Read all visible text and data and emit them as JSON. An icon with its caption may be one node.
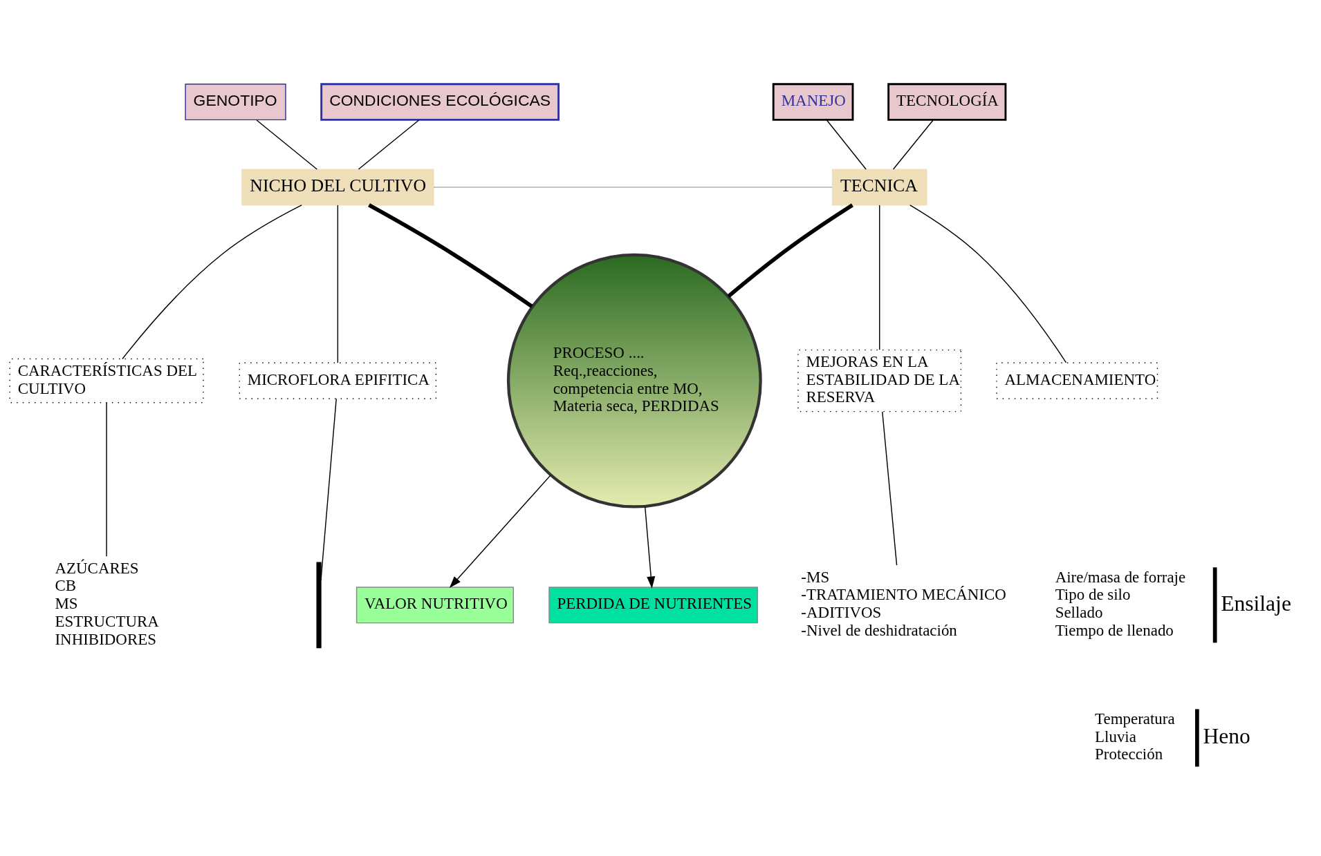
{
  "diagram": {
    "nodes": [
      {
        "text": [
          "GENOTIPO"
        ]
      },
      {
        "text": [
          "CONDICIONES ECOLÓGICAS"
        ]
      },
      {
        "text": [
          "NICHO DEL CULTIVO"
        ]
      },
      {
        "text": [
          "MANEJO"
        ]
      },
      {
        "text": [
          "TECNOLOGÍA"
        ]
      },
      {
        "text": [
          "TECNICA"
        ]
      },
      {
        "text": [
          "CARACTERÍSTICAS DEL CULTIVO"
        ]
      },
      {
        "text": [
          "MICROFLORA EPIFITICA"
        ]
      },
      {
        "text": [
          "MEJORAS EN LA ESTABILIDAD DE LA RESERVA"
        ]
      },
      {
        "text": [
          "ALMACENAMIENTO"
        ]
      },
      {
        "text": [
          "AZÚCARES",
          "CB",
          "MS",
          "ESTRUCTURA",
          "INHIBIDORES"
        ]
      },
      {
        "text": [],
        "shape": "bar"
      },
      {
        "text": [
          "-MS",
          "-TRATAMIENTO MECÁNICO",
          "-ADITIVOS",
          "-Nivel de deshidratación"
        ]
      },
      {
        "text": [
          "Aire/masa de forraje",
          "Tipo de silo",
          "Sellado",
          "Tiempo de llenado"
        ],
        "beside": [
          "Ensilaje"
        ]
      },
      {
        "text": [
          "Temperatura",
          "Lluvia",
          "Protección"
        ],
        "beside": [
          "Heno"
        ]
      },
      {
        "text": [
          "PROCESO ....",
          "Req.,reacciones, competencia entre MO, Materia seca, PERDIDAS"
        ]
      },
      {
        "text": [
          "VALOR NUTRITIVO"
        ]
      },
      {
        "text": [
          "PERDIDA DE NUTRIENTES"
        ]
      }
    ],
    "edges": [
      {
        "from": 0,
        "to": 2,
        "arrow": "none"
      },
      {
        "from": 1,
        "to": 2,
        "arrow": "none"
      },
      {
        "from": 3,
        "to": 5,
        "arrow": "none"
      },
      {
        "from": 4,
        "to": 5,
        "arrow": "none"
      },
      {
        "from": 2,
        "to": 5,
        "arrow": "none",
        "color": "#b0b0b0"
      },
      {
        "from": 2,
        "to": 6,
        "arrow": "none"
      },
      {
        "from": 2,
        "to": 7,
        "arrow": "none"
      },
      {
        "from": 5,
        "to": 8,
        "arrow": "none"
      },
      {
        "from": 5,
        "to": 9,
        "arrow": "none"
      },
      {
        "from": 6,
        "to": 10,
        "arrow": "none"
      },
      {
        "from": 7,
        "to": 11,
        "arrow": "none"
      },
      {
        "from": 8,
        "to": 12,
        "arrow": "none"
      },
      {
        "from": 2,
        "to": 15,
        "arrow": "none",
        "style": "thick"
      },
      {
        "from": 5,
        "to": 15,
        "arrow": "none",
        "style": "thick"
      },
      {
        "from": 15,
        "to": 16,
        "arrow": "to"
      },
      {
        "from": 15,
        "to": 17,
        "arrow": "to"
      }
    ]
  }
}
